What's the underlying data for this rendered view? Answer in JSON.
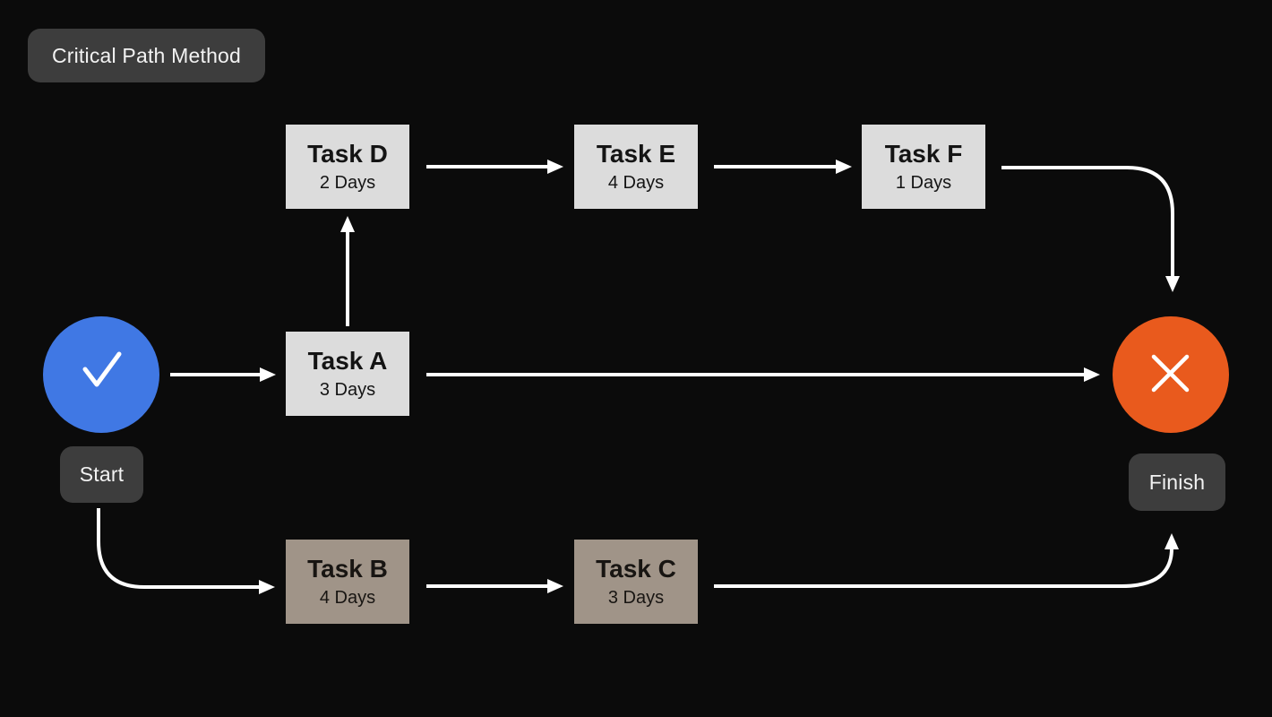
{
  "title": {
    "label": "Critical Path Method"
  },
  "nodes": {
    "start": {
      "label": "Start",
      "icon": "check-icon",
      "color": "#4078e4"
    },
    "finish": {
      "label": "Finish",
      "icon": "x-icon",
      "color": "#e95a1d"
    }
  },
  "tasks": [
    {
      "id": "task-d",
      "name": "Task D",
      "duration": "2 Days",
      "variant": "light"
    },
    {
      "id": "task-e",
      "name": "Task E",
      "duration": "4 Days",
      "variant": "light"
    },
    {
      "id": "task-f",
      "name": "Task F",
      "duration": "1 Days",
      "variant": "light"
    },
    {
      "id": "task-a",
      "name": "Task A",
      "duration": "3 Days",
      "variant": "light"
    },
    {
      "id": "task-b",
      "name": "Task B",
      "duration": "4 Days",
      "variant": "warm"
    },
    {
      "id": "task-c",
      "name": "Task C",
      "duration": "3 Days",
      "variant": "warm"
    }
  ],
  "edges": [
    {
      "from": "start",
      "to": "task-a"
    },
    {
      "from": "task-a",
      "to": "task-d"
    },
    {
      "from": "task-d",
      "to": "task-e"
    },
    {
      "from": "task-e",
      "to": "task-f"
    },
    {
      "from": "task-f",
      "to": "finish"
    },
    {
      "from": "task-a",
      "to": "finish"
    },
    {
      "from": "start",
      "to": "task-b"
    },
    {
      "from": "task-b",
      "to": "task-c"
    },
    {
      "from": "task-c",
      "to": "finish"
    }
  ],
  "colors": {
    "background": "#0b0b0b",
    "chip_background": "#3d3d3d",
    "task_light": "#dcdcdc",
    "task_warm": "#a09488",
    "start_node": "#4078e4",
    "finish_node": "#e95a1d",
    "arrow": "#ffffff"
  }
}
